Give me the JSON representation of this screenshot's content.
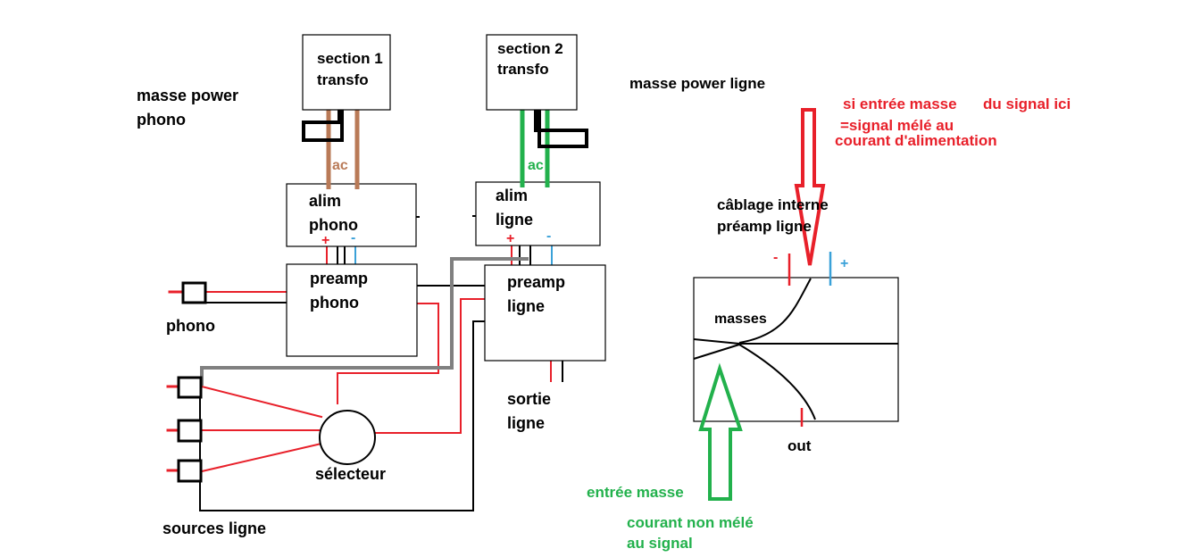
{
  "colors": {
    "ink": "#000000",
    "brown": "#b97a57",
    "green": "#22b14c",
    "red": "#e8202a",
    "blue": "#3aa1d8",
    "gray": "#808080"
  },
  "labels": {
    "section1": [
      "section 1",
      "transfo"
    ],
    "section2": [
      "section 2",
      "transfo"
    ],
    "masse_power_phono": [
      "masse power",
      "phono"
    ],
    "masse_power_ligne": "masse power ligne",
    "ac1": "ac",
    "ac2": "ac",
    "alim_phono": [
      "alim",
      "phono"
    ],
    "alim_ligne": [
      "alim",
      "ligne"
    ],
    "preamp_phono": [
      "preamp",
      "phono"
    ],
    "preamp_ligne": [
      "preamp",
      "ligne"
    ],
    "phono": "phono",
    "sortie_ligne": [
      "sortie",
      "ligne"
    ],
    "selecteur": "sélecteur",
    "sources_ligne": "sources ligne",
    "plus": "+",
    "minus": "-",
    "cablage": [
      "câblage interne",
      "préamp ligne"
    ],
    "masses": "masses",
    "out": "out"
  },
  "annotations": {
    "si_entree": "si entrée masse",
    "du_signal_ici": "du signal ici",
    "signal_mele": "=signal mélé au",
    "courant_alim": "courant d'alimentation",
    "entree_masse": "entrée masse",
    "courant_non_mele": [
      "courant non mélé",
      "au signal"
    ]
  }
}
